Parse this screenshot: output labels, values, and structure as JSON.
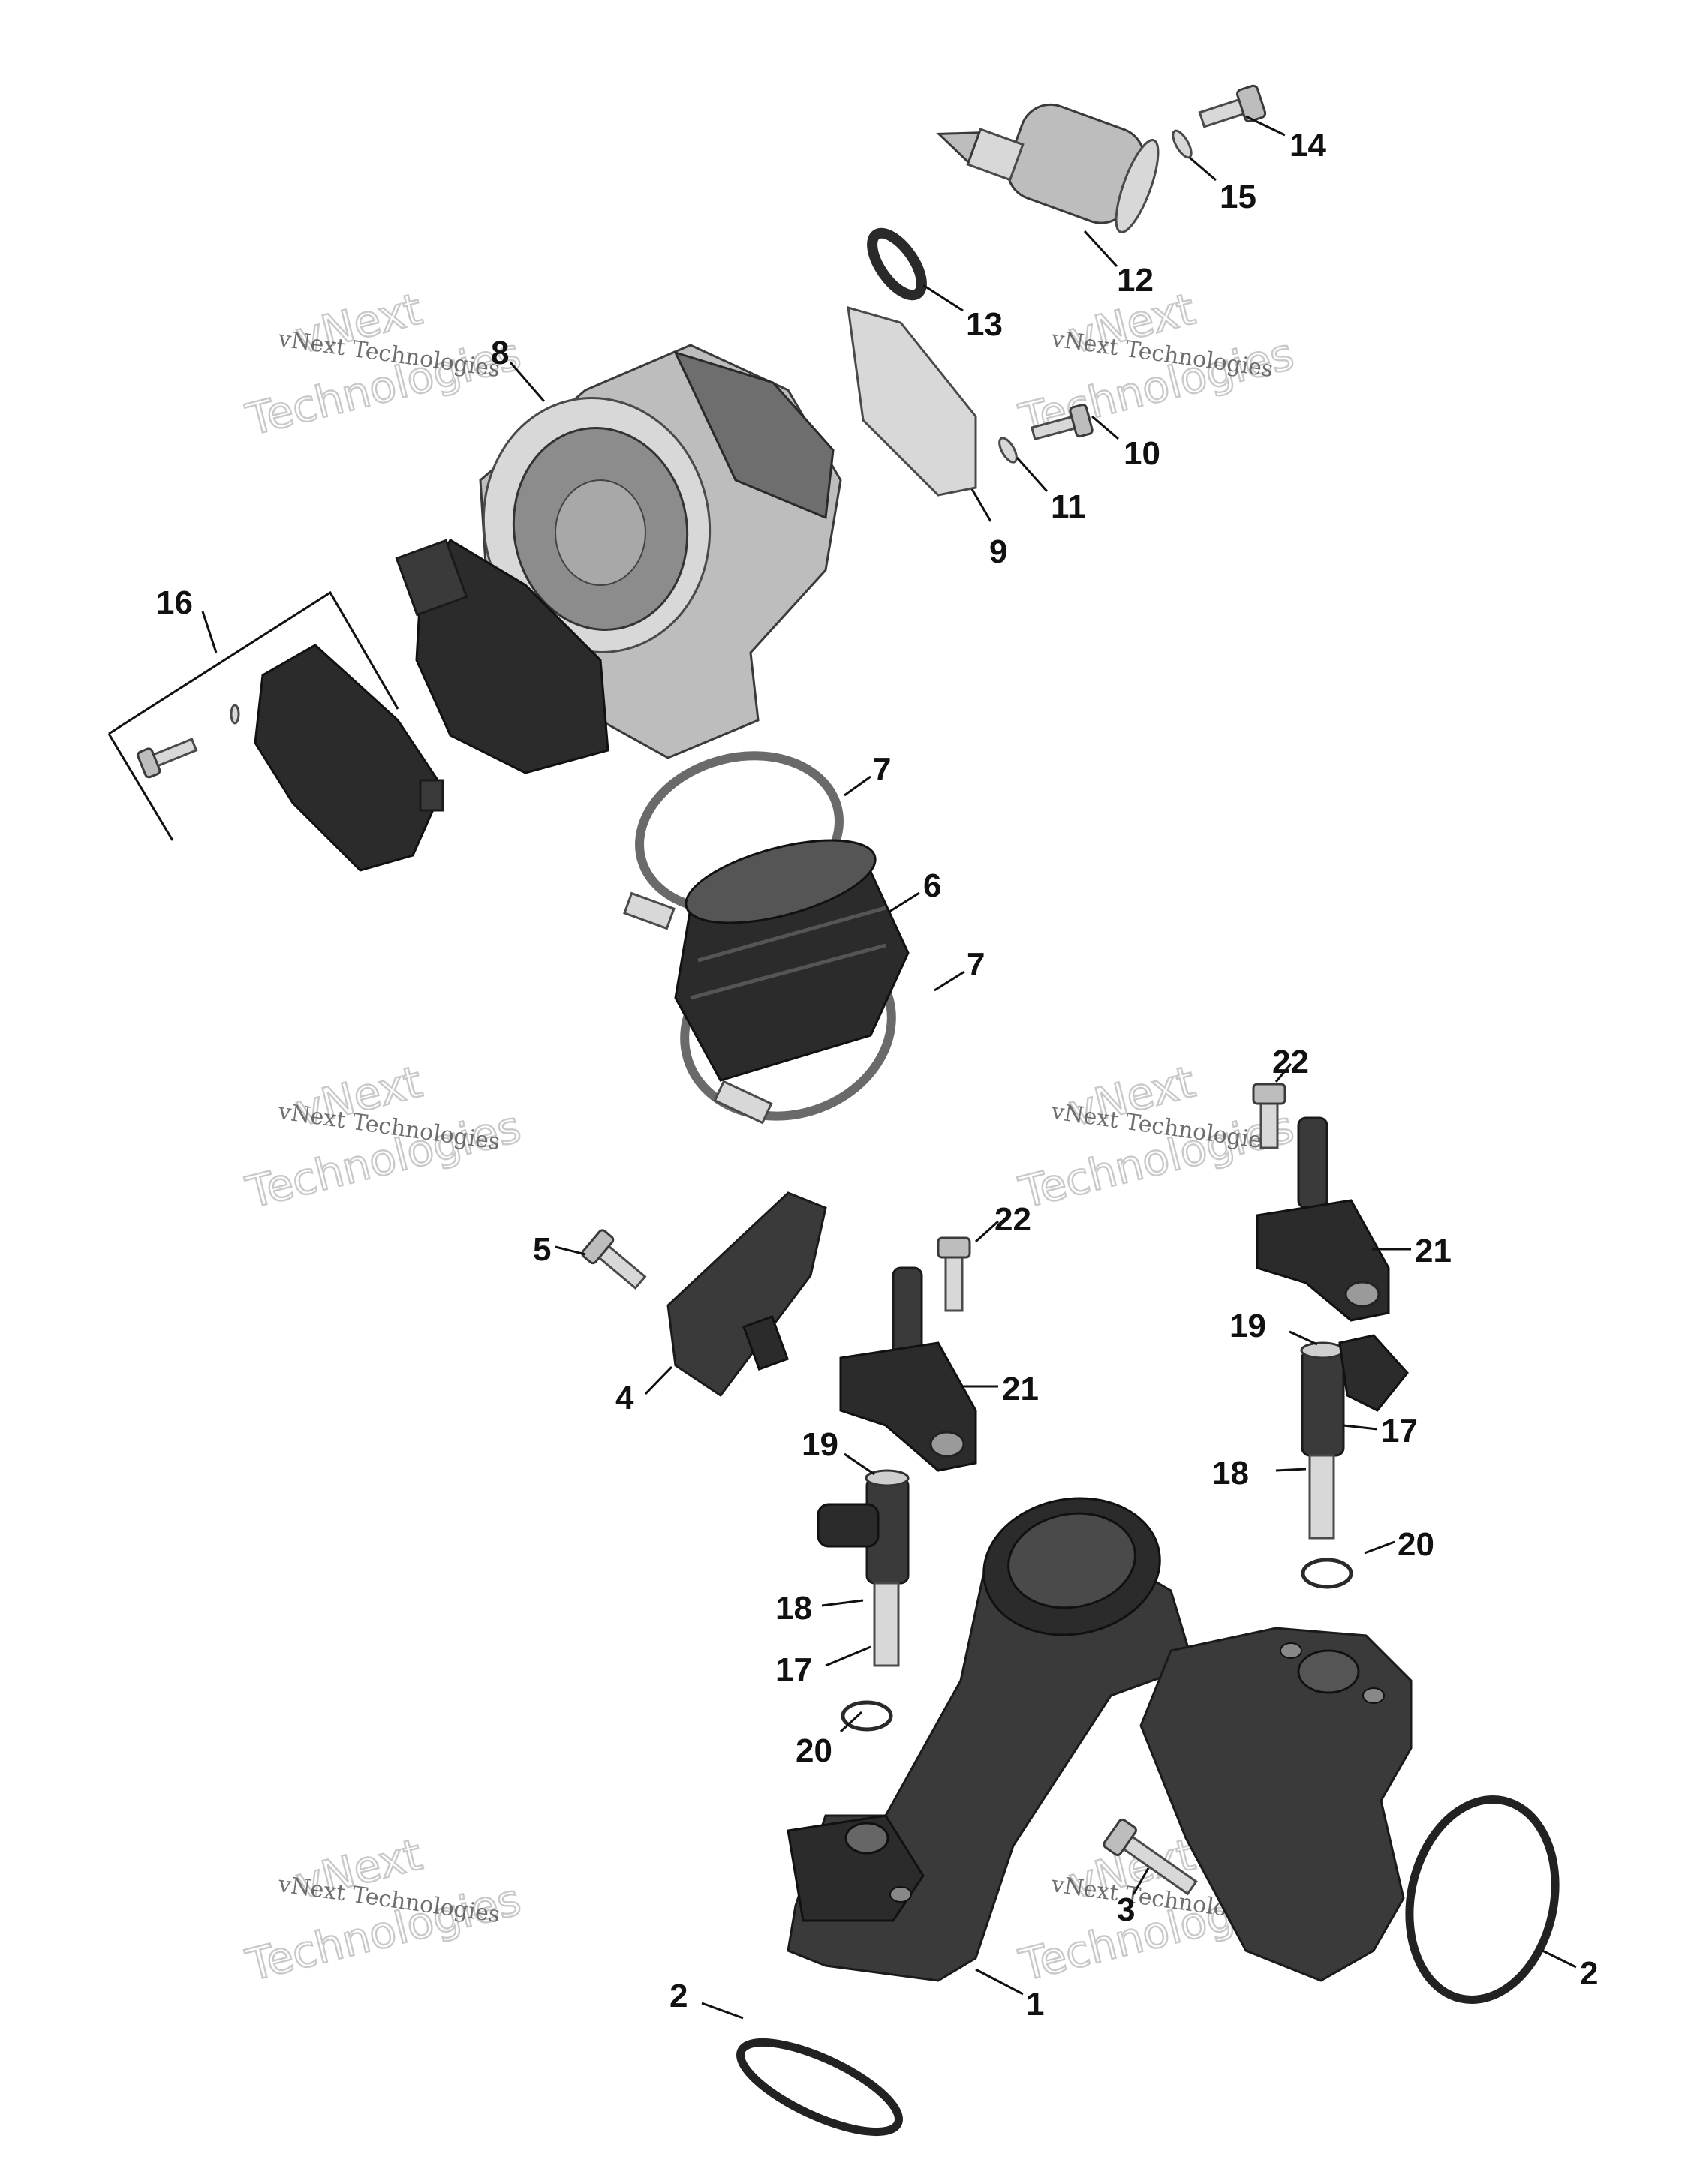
{
  "watermark": {
    "small": "vNext Technologies",
    "large_line1": "vNext",
    "large_line2": "Technologies"
  },
  "callouts": [
    {
      "id": "c1",
      "text": "1"
    },
    {
      "id": "c2a",
      "text": "2"
    },
    {
      "id": "c2b",
      "text": "2"
    },
    {
      "id": "c3",
      "text": "3"
    },
    {
      "id": "c4",
      "text": "4"
    },
    {
      "id": "c5",
      "text": "5"
    },
    {
      "id": "c6",
      "text": "6"
    },
    {
      "id": "c7a",
      "text": "7"
    },
    {
      "id": "c7b",
      "text": "7"
    },
    {
      "id": "c8",
      "text": "8"
    },
    {
      "id": "c9",
      "text": "9"
    },
    {
      "id": "c10",
      "text": "10"
    },
    {
      "id": "c11",
      "text": "11"
    },
    {
      "id": "c12",
      "text": "12"
    },
    {
      "id": "c13",
      "text": "13"
    },
    {
      "id": "c14",
      "text": "14"
    },
    {
      "id": "c15",
      "text": "15"
    },
    {
      "id": "c16",
      "text": "16"
    },
    {
      "id": "c17a",
      "text": "17"
    },
    {
      "id": "c17b",
      "text": "17"
    },
    {
      "id": "c18a",
      "text": "18"
    },
    {
      "id": "c18b",
      "text": "18"
    },
    {
      "id": "c19a",
      "text": "19"
    },
    {
      "id": "c19b",
      "text": "19"
    },
    {
      "id": "c20a",
      "text": "20"
    },
    {
      "id": "c20b",
      "text": "20"
    },
    {
      "id": "c21a",
      "text": "21"
    },
    {
      "id": "c21b",
      "text": "21"
    },
    {
      "id": "c22a",
      "text": "22"
    },
    {
      "id": "c22b",
      "text": "22"
    }
  ]
}
